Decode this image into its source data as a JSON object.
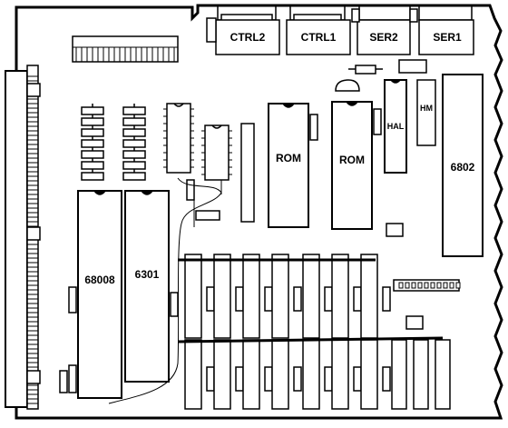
{
  "colors": {
    "ink": "#000000",
    "paper": "#ffffff"
  },
  "ports": {
    "ctrl2": "CTRL2",
    "ctrl1": "CTRL1",
    "ser2": "SER2",
    "ser1": "SER1"
  },
  "chips": {
    "rom_left": "ROM",
    "rom_right": "ROM",
    "hal": "HAL",
    "chip_6802": "6802",
    "chip_68008": "68008",
    "chip_6301": "6301",
    "hm": "HM"
  }
}
